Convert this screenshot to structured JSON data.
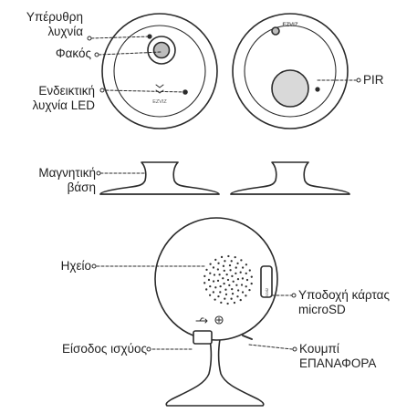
{
  "labels": {
    "ir_led": [
      "Υπέρυθρη",
      "λυχνία"
    ],
    "lens": "Φακός",
    "indicator_led": [
      "Ενδεικτική",
      "λυχνία LED"
    ],
    "magnetic_base": [
      "Μαγνητική",
      "βάση"
    ],
    "pir": "PIR",
    "speaker": "Ηχείο",
    "microsd_slot": [
      "Υποδοχή κάρτας",
      "microSD"
    ],
    "power_input": "Είσοδος ισχύος",
    "reset_button": [
      "Κουμπί",
      "ΕΠΑΝΑΦΟΡΑ"
    ]
  },
  "logos": {
    "front_logo": "EZVIZ",
    "top_logo": "EZVIZ",
    "side_logo": "ezviz"
  },
  "colors": {
    "line": "#2b2b2b",
    "fill": "#ffffff",
    "lens": "#bdbdbd",
    "pir": "#d9d9d9",
    "dots": "#333333"
  }
}
